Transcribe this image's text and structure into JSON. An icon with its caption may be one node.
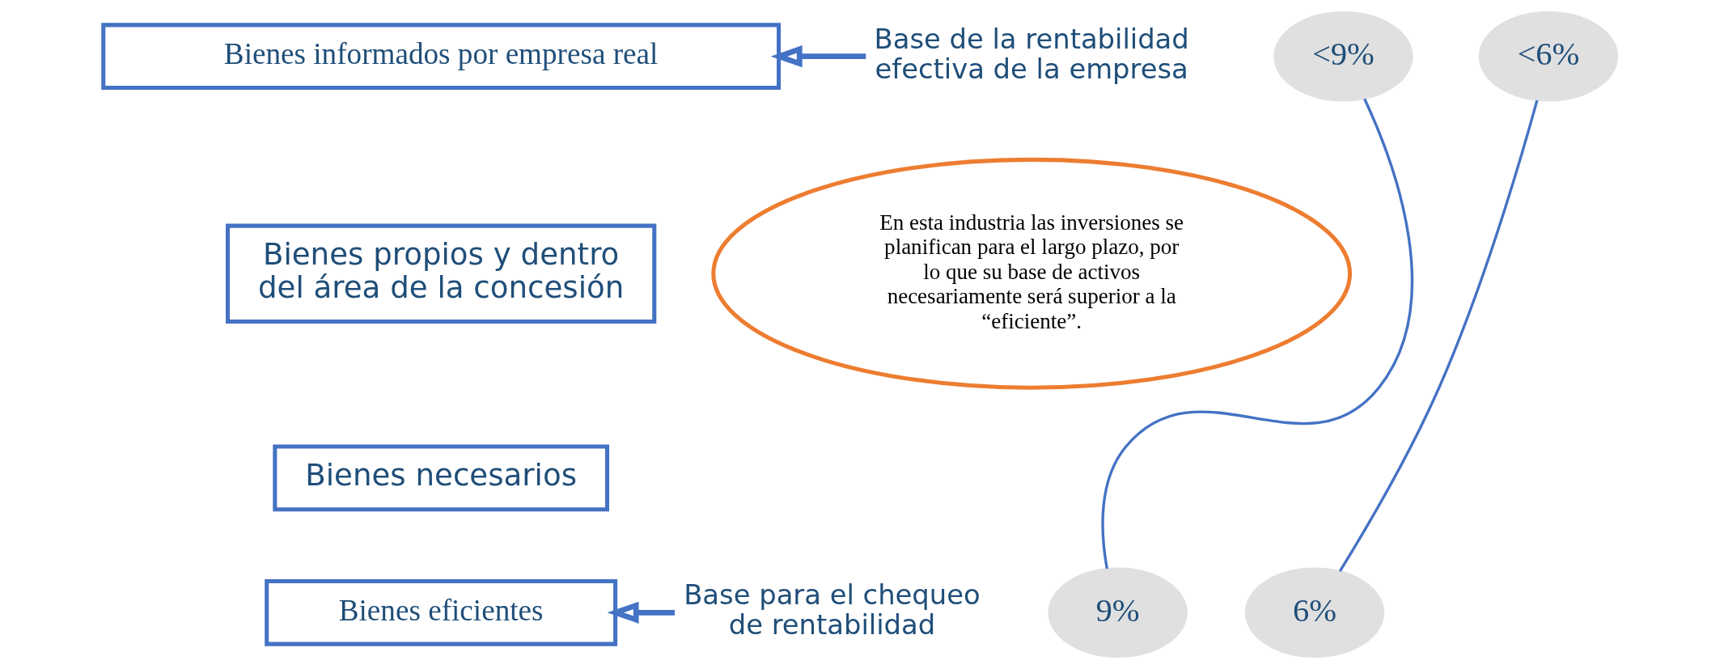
{
  "diagram": {
    "nodes": [
      {
        "text": [
          "Bienes informados por empresa real"
        ]
      },
      {
        "text": [
          "Base de la rentabilidad efectiva de la empresa"
        ]
      },
      {
        "text": [
          "Bienes propios y dentro del área de la concesión"
        ]
      },
      {
        "text": [
          "Bienes necesarios"
        ]
      },
      {
        "text": [
          "Bienes eficientes"
        ]
      },
      {
        "text": [
          "Base para el chequeo de rentabilidad"
        ]
      },
      {
        "text": [
          "En esta industria las inversiones se planifican para el largo plazo, por lo que su base de activos necesariamente será superior a la “eficiente”."
        ]
      },
      {
        "text": [
          "<9%"
        ]
      },
      {
        "text": [
          "<6%"
        ]
      },
      {
        "text": [
          "9%"
        ]
      },
      {
        "text": [
          "6%"
        ]
      }
    ],
    "edges": [
      {
        "from": 1,
        "to": 0,
        "arrow": "to",
        "style": "thick"
      },
      {
        "from": 5,
        "to": 4,
        "arrow": "to",
        "style": "thick"
      },
      {
        "from": 9,
        "to": 7,
        "arrow": "none"
      },
      {
        "from": 10,
        "to": 8,
        "arrow": "none"
      }
    ]
  }
}
